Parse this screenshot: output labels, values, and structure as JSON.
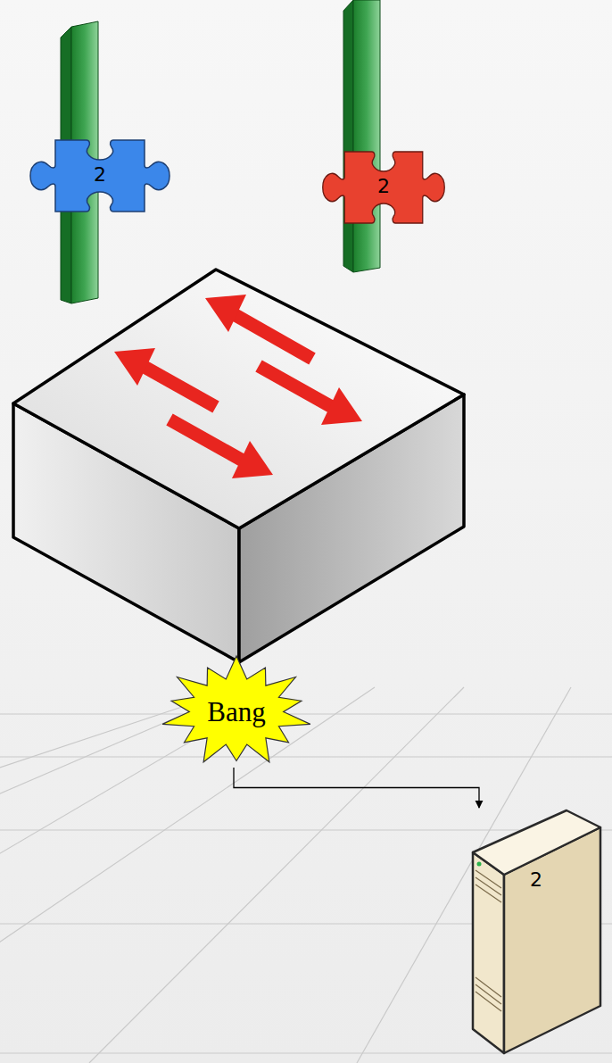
{
  "diagram": {
    "nodes": [
      {
        "text": [
          "2"
        ]
      },
      {
        "text": [
          "2"
        ]
      },
      {
        "text": [
          "Bang"
        ]
      },
      {
        "text": [
          "2"
        ]
      }
    ],
    "edges": [
      {
        "from": 2,
        "to": 3,
        "arrow": "to"
      }
    ]
  }
}
